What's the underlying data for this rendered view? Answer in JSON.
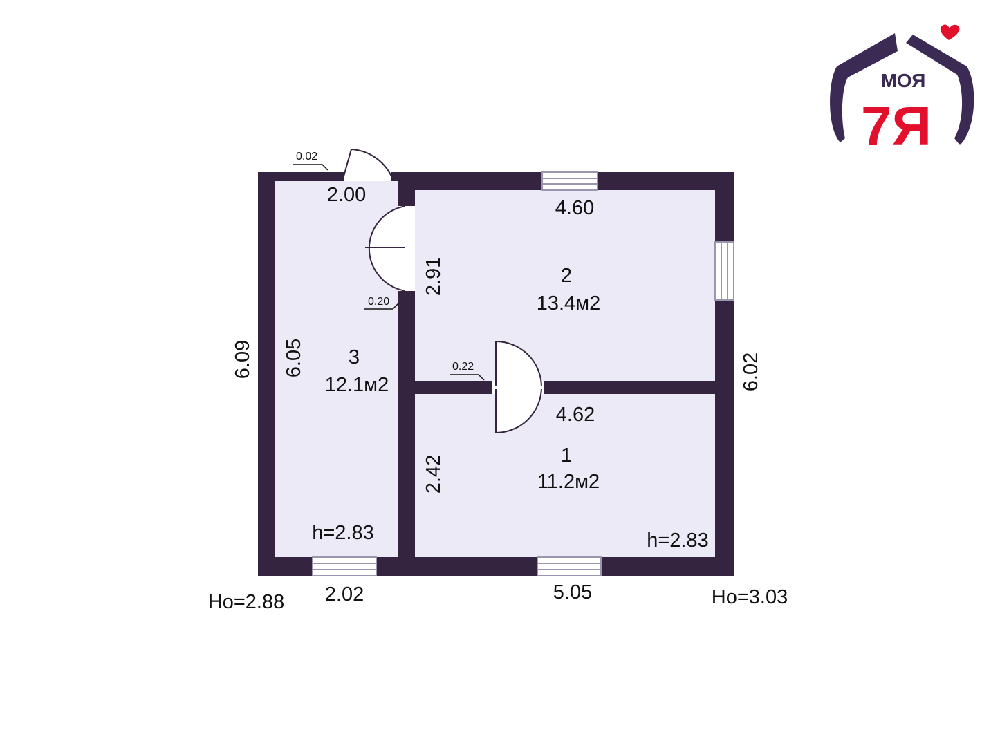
{
  "colors": {
    "wall": "#35243f",
    "floor": "#ebeaf6",
    "window_frame": "#9a96b0",
    "logo_purple": "#3b2a53",
    "logo_red": "#e2102c"
  },
  "logo": {
    "top_text": "МОЯ",
    "big_text": "7Я"
  },
  "rooms": [
    {
      "number": "1",
      "area": "11.2м2",
      "height": "h=2.83"
    },
    {
      "number": "2",
      "area": "13.4м2"
    },
    {
      "number": "3",
      "area": "12.1м2",
      "height": "h=2.83"
    }
  ],
  "dimensions": {
    "top_left_inner": "2.00",
    "top_right_inner": "4.60",
    "partition_upper": "2.91",
    "partition_lower": "2.42",
    "left_outer": "6.09",
    "left_inner": "6.05",
    "right_outer": "6.02",
    "middle_wall": "4.62",
    "bottom_left": "2.02",
    "bottom_right": "5.05"
  },
  "door_labels": {
    "entrance": "0.02",
    "side_door": "0.20",
    "middle_door": "0.22"
  },
  "outer_heights": {
    "left": "Ho=2.88",
    "right": "Ho=3.03"
  }
}
